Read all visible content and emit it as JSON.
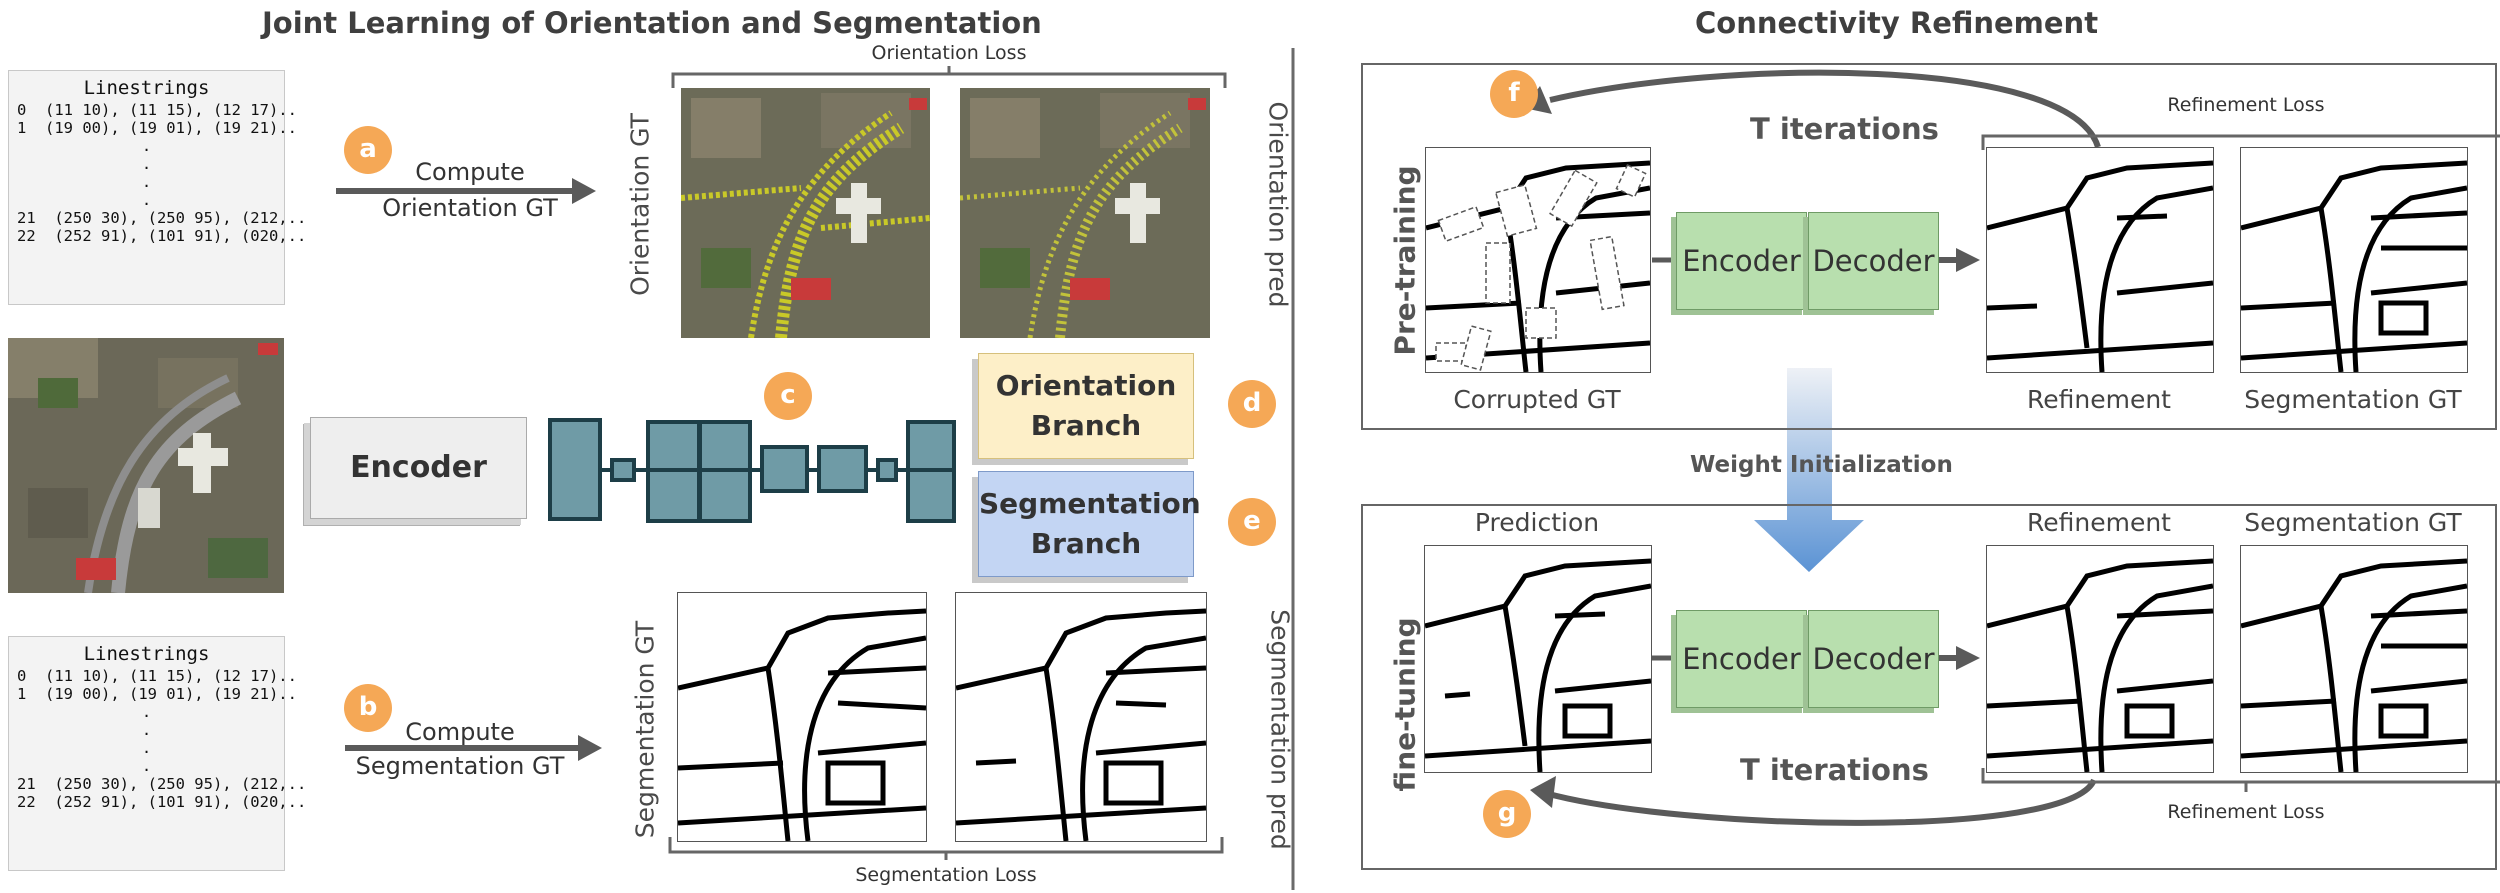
{
  "left_title": "Joint Learning of Orientation and Segmentation",
  "right_title": "Connectivity Refinement",
  "linestrings_top": {
    "header": "Linestrings",
    "lines": [
      "0  (11 10), (11 15), (12 17)..",
      "1  (19 00), (19 01), (19 21).."
    ],
    "dots": [
      ".",
      ".",
      ".",
      "."
    ],
    "tail": [
      "21  (250 30), (250 95), (212,..",
      "22  (252 91), (101 91), (020,.."
    ]
  },
  "linestrings_bottom": {
    "header": "Linestrings",
    "lines": [
      "0  (11 10), (11 15), (12 17)..",
      "1  (19 00), (19 01), (19 21).."
    ],
    "dots": [
      ".",
      ".",
      ".",
      "."
    ],
    "tail": [
      "21  (250 30), (250 95), (212,..",
      "22  (252 91), (101 91), (020,.."
    ]
  },
  "markers": {
    "a": "a",
    "b": "b",
    "c": "c",
    "d": "d",
    "e": "e",
    "f": "f",
    "g": "g"
  },
  "compute_orientation": [
    "Compute",
    "Orientation GT"
  ],
  "compute_segmentation": [
    "Compute",
    "Segmentation GT"
  ],
  "orientation_loss": "Orientation Loss",
  "segmentation_loss": "Segmentation Loss",
  "orientation_gt": "Orientation GT",
  "orientation_pred": "Orientation pred",
  "segmentation_gt_vert": "Segmentation GT",
  "segmentation_pred": "Segmentation pred",
  "encoder": "Encoder",
  "orientation_branch": [
    "Orientation",
    "Branch"
  ],
  "segmentation_branch": [
    "Segmentation",
    "Branch"
  ],
  "pretraining": "Pre-training",
  "finetuning": "fine-tuning",
  "t_iterations": "T iterations",
  "refinement_loss": "Refinement Loss",
  "corrupted_gt": "Corrupted GT",
  "refinement": "Refinement",
  "segmentation_gt": "Segmentation GT",
  "prediction": "Prediction",
  "weight_init": "Weight Initialization",
  "enc": "Encoder",
  "dec": "Decoder",
  "colors": {
    "accent_orange": "#f5a856",
    "enc_green": "#b8dfae",
    "orient_yellow": "#fdefc8",
    "seg_blue": "#c3d5f3",
    "cube_teal": "#6f9ba6"
  }
}
